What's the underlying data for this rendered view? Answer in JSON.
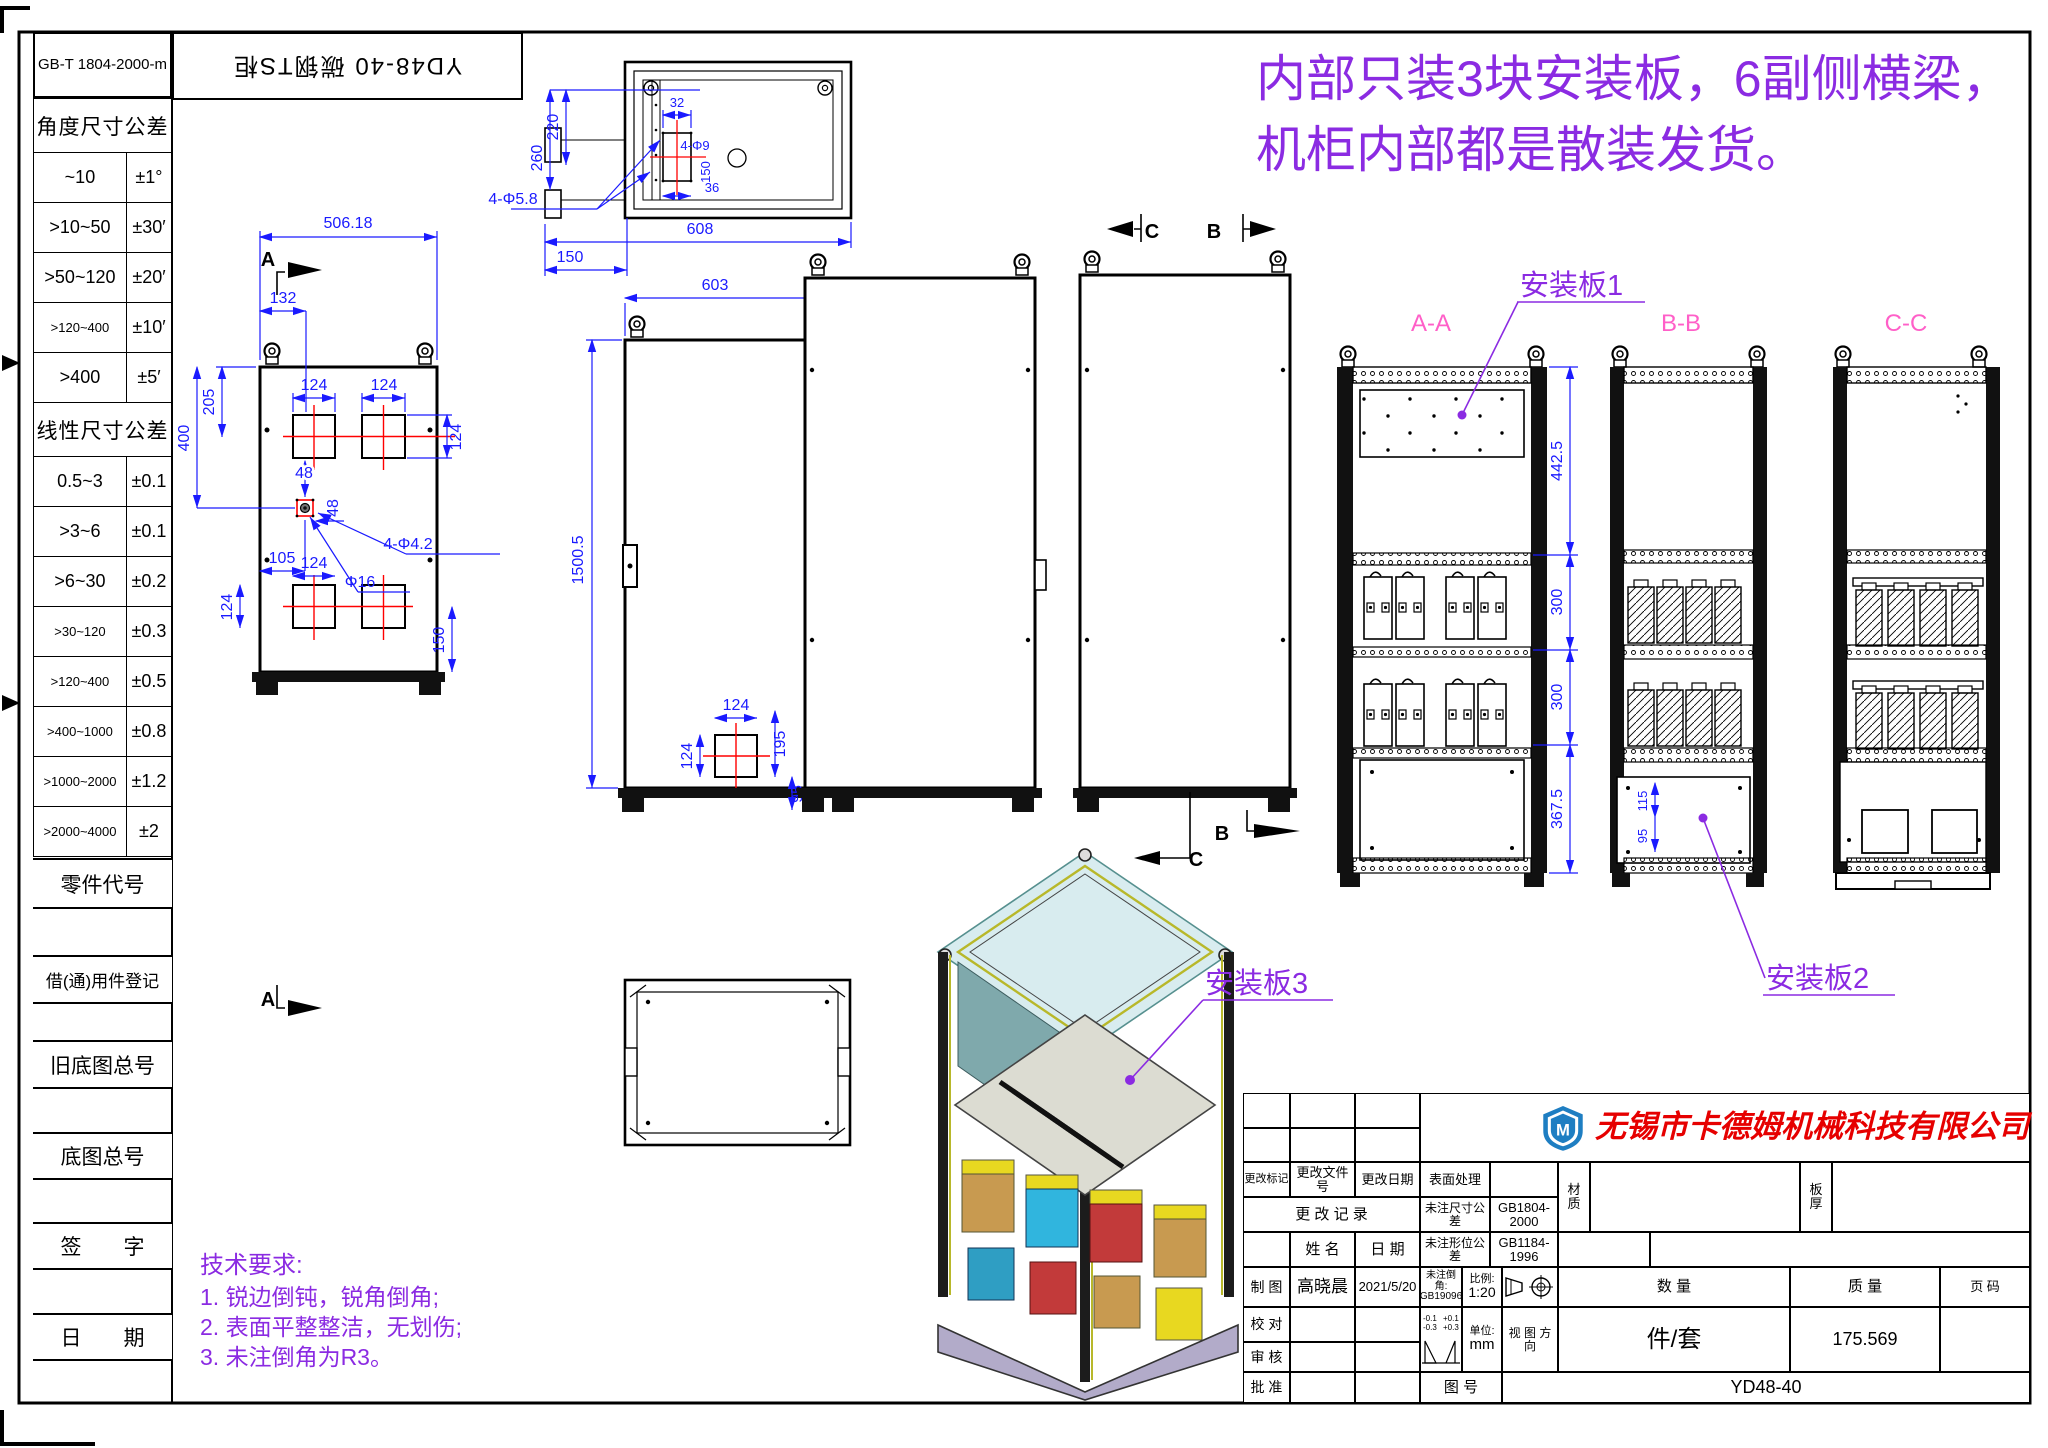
{
  "frame": {
    "std_code": "GB-T 1804-2000-m",
    "rotated_title": "YD48-40 碳钢TS柜"
  },
  "note": {
    "line1": "内部只装3块安装板，6副侧横梁，",
    "line2": "机柜内部都是散装发货。"
  },
  "tol": {
    "angular_header": "角度尺寸公差",
    "a0r": "~10",
    "a0v": "±1°",
    "a1r": ">10~50",
    "a1v": "±30′",
    "a2r": ">50~120",
    "a2v": "±20′",
    "a3r": ">120~400",
    "a3v": "±10′",
    "a4r": ">400",
    "a4v": "±5′",
    "linear_header": "线性尺寸公差",
    "l0r": "0.5~3",
    "l0v": "±0.1",
    "l1r": ">3~6",
    "l1v": "±0.1",
    "l2r": ">6~30",
    "l2v": "±0.2",
    "l3r": ">30~120",
    "l3v": "±0.3",
    "l4r": ">120~400",
    "l4v": "±0.5",
    "l5r": ">400~1000",
    "l5v": "±0.8",
    "l6r": ">1000~2000",
    "l6v": "±1.2",
    "l7r": ">2000~4000",
    "l7v": "±2"
  },
  "side": {
    "s0": "零件代号",
    "s1": "借(通)用件登记",
    "s2": "旧底图总号",
    "s3": "底图总号",
    "s4": "签　　字",
    "s5": "日　　期"
  },
  "tech": {
    "t0": "技术要求:",
    "t1": "1. 锐边倒钝，锐角倒角;",
    "t2": "2. 表面平整整洁，无划伤;",
    "t3": "3. 未注倒角为R3。"
  },
  "dims": {
    "d506": "506.18",
    "d132": "132",
    "d124": "124",
    "d205": "205",
    "d400": "400",
    "d48": "48",
    "d105": "105",
    "d4phi42": "4-Φ4.2",
    "dphi16": "Φ16",
    "d150": "150",
    "d608": "608",
    "d603": "603",
    "d32": "32",
    "d220": "220",
    "d260": "260",
    "d4phi58": "4-Φ5.8",
    "d4phi9": "4-Φ9",
    "d36": "36",
    "d1500": "1500.5",
    "d195": "195",
    "d95": "95",
    "d442": "442.5",
    "d300": "300",
    "d367": "367.5",
    "d115": "115"
  },
  "sec": {
    "a": "A",
    "b": "B",
    "c": "C",
    "aa": "A-A",
    "bb": "B-B",
    "cc": "C-C"
  },
  "plate": {
    "p1": "安装板1",
    "p2": "安装板2",
    "p3": "安装板3"
  },
  "tb": {
    "company": "无锡市卡德姆机械科技有限公司",
    "rev_mark": "更改标记",
    "rev_file": "更改文件号",
    "rev_date": "更改日期",
    "rev_record": "更  改  记  录",
    "name_lbl": "姓  名",
    "date_lbl": "日  期",
    "draft": "制 图",
    "draft_name": "高晓晨",
    "draft_date": "2021/5/20",
    "check": "校 对",
    "audit": "审 核",
    "approve": "批 准",
    "surface": "表面处理",
    "dim_tol": "未注尺寸公差",
    "dim_tol_val": "GB1804-2000",
    "geo_tol": "未注形位公差",
    "geo_tol_val": "GB1184-1996",
    "chamfer": "未注倒角:",
    "chamfer_val": "GB19096",
    "scale_lbl": "比例:",
    "scale_val": "1:20",
    "unit_lbl": "单位:",
    "unit_val": "mm",
    "view_dir": "视 图 方 向",
    "qty": "数  量",
    "mass": "质  量",
    "page": "页 码",
    "qty_val": "件/套",
    "mass_val": "175.569",
    "dwg_lbl": "图  号",
    "dwg_no": "YD48-40",
    "material": "材质",
    "thickness": "板厚",
    "tol_m1": "-0.1",
    "tol_m2": "-0.3",
    "tol_p1": "+0.1",
    "tol_p2": "+0.3"
  },
  "colors": {
    "dim_blue": "#1a1aff",
    "annotation_purple": "#8b2be2",
    "section_pink": "#ff5fc8",
    "centerline_red": "#ff0000",
    "company_red": "#e60000",
    "logo_blue": "#1e7ec2"
  }
}
